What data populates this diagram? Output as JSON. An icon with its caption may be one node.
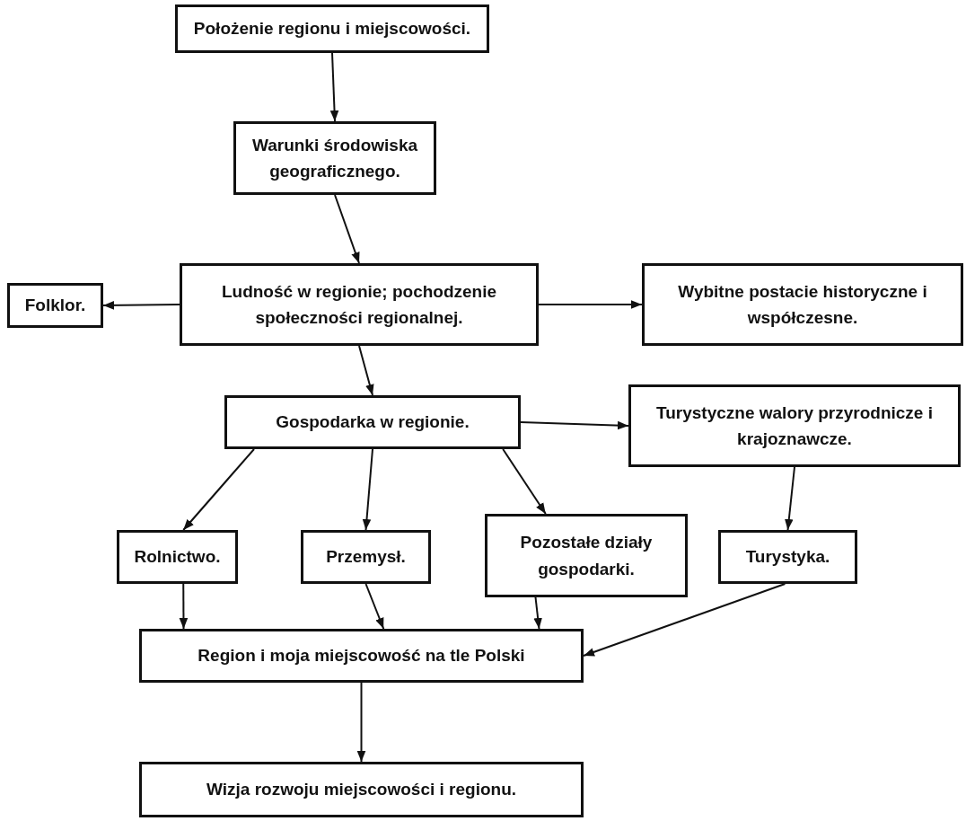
{
  "diagram": {
    "nodes": [
      {
        "text": [
          "Położenie regionu i miejscowości."
        ]
      },
      {
        "text": [
          "Warunki środowiska geograficznego."
        ]
      },
      {
        "text": [
          "Ludność w regionie; pochodzenie społeczności regionalnej."
        ]
      },
      {
        "text": [
          "Folklor."
        ]
      },
      {
        "text": [
          "Wybitne postacie historyczne i współczesne."
        ]
      },
      {
        "text": [
          "Gospodarka w regionie."
        ]
      },
      {
        "text": [
          "Turystyczne walory przyrodnicze i krajoznawcze."
        ]
      },
      {
        "text": [
          "Rolnictwo."
        ]
      },
      {
        "text": [
          "Przemysł."
        ]
      },
      {
        "text": [
          "Pozostałe działy gospodarki."
        ]
      },
      {
        "text": [
          "Turystyka."
        ]
      },
      {
        "text": [
          "Region i moja miejscowość na tle Polski"
        ]
      },
      {
        "text": [
          "Wizja rozwoju miejscowości i regionu."
        ]
      }
    ],
    "edges": [
      {
        "from": 0,
        "to": 1,
        "arrow": "to"
      },
      {
        "from": 1,
        "to": 2,
        "arrow": "to"
      },
      {
        "from": 2,
        "to": 3,
        "arrow": "to"
      },
      {
        "from": 2,
        "to": 4,
        "arrow": "to"
      },
      {
        "from": 2,
        "to": 5,
        "arrow": "to"
      },
      {
        "from": 5,
        "to": 6,
        "arrow": "to"
      },
      {
        "from": 5,
        "to": 7,
        "arrow": "to"
      },
      {
        "from": 5,
        "to": 8,
        "arrow": "to"
      },
      {
        "from": 5,
        "to": 9,
        "arrow": "to"
      },
      {
        "from": 6,
        "to": 10,
        "arrow": "to"
      },
      {
        "from": 7,
        "to": 11,
        "arrow": "to"
      },
      {
        "from": 8,
        "to": 11,
        "arrow": "to"
      },
      {
        "from": 9,
        "to": 11,
        "arrow": "to"
      },
      {
        "from": 10,
        "to": 11,
        "arrow": "to"
      },
      {
        "from": 11,
        "to": 12,
        "arrow": "to"
      }
    ]
  }
}
